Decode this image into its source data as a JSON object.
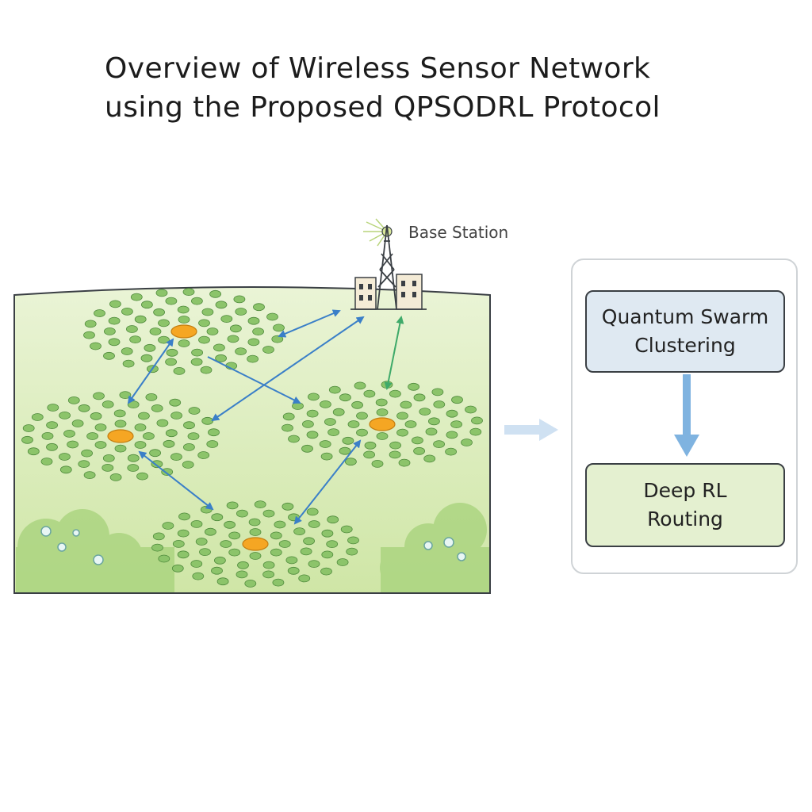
{
  "title": {
    "line1": "Overview of Wireless Sensor Network",
    "line2": "using the Proposed QPSODRL Protocol"
  },
  "base_station": {
    "label": "Base Station",
    "icon": "cell-tower-icon"
  },
  "field": {
    "fill_color": "#d5eab0",
    "sensor_color": "#8cc46a",
    "cluster_head_color": "#f5a623",
    "link_color": "#3a7fc8",
    "uplink_color": "#3faa6a"
  },
  "pipeline": {
    "stages": [
      {
        "line1": "Quantum Swarm",
        "line2": "Clustering",
        "color": "#dfe9f2"
      },
      {
        "line1": "Deep RL",
        "line2": "Routing",
        "color": "#e4f0d0"
      }
    ],
    "arrow_color": "#7fb3e0"
  }
}
